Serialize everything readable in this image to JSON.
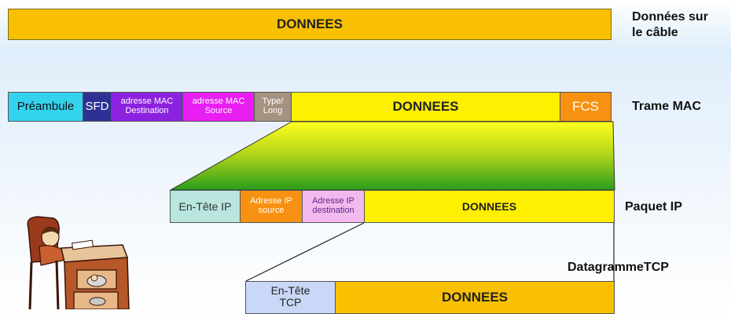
{
  "cable": {
    "data": "DONNEES",
    "label": "Données sur\nle câble"
  },
  "mac": {
    "preambule": "Préambule",
    "sfd": "SFD",
    "dest": "adresse MAC\nDestination",
    "source": "adresse MAC\nSource",
    "type": "Type/\nLong",
    "data": "DONNEES",
    "fcs": "FCS",
    "label": "Trame MAC"
  },
  "ip": {
    "header": "En-Tête IP",
    "source": "Adresse IP\nsource",
    "destination": "Adresse IP\ndestination",
    "data": "DONNEES",
    "label": "Paquet IP"
  },
  "tcp": {
    "header": "En-Tête\nTCP",
    "data": "DONNEES",
    "label": "DatagrammeTCP"
  },
  "colors": {
    "yellow": "#ffef00",
    "orange_yellow": "#f8c000",
    "cyan": "#33d3ee",
    "navy": "#2e3194",
    "purple": "#8c22e0",
    "magenta": "#e81ef3",
    "gray": "#a59280",
    "orange": "#f79112",
    "teal": "#b9e6df",
    "pink": "#f2b9ee",
    "lightblue": "#c9d8f7",
    "green": "#2a9d1c"
  },
  "icons": [
    "office-worker-clipart-icon"
  ]
}
